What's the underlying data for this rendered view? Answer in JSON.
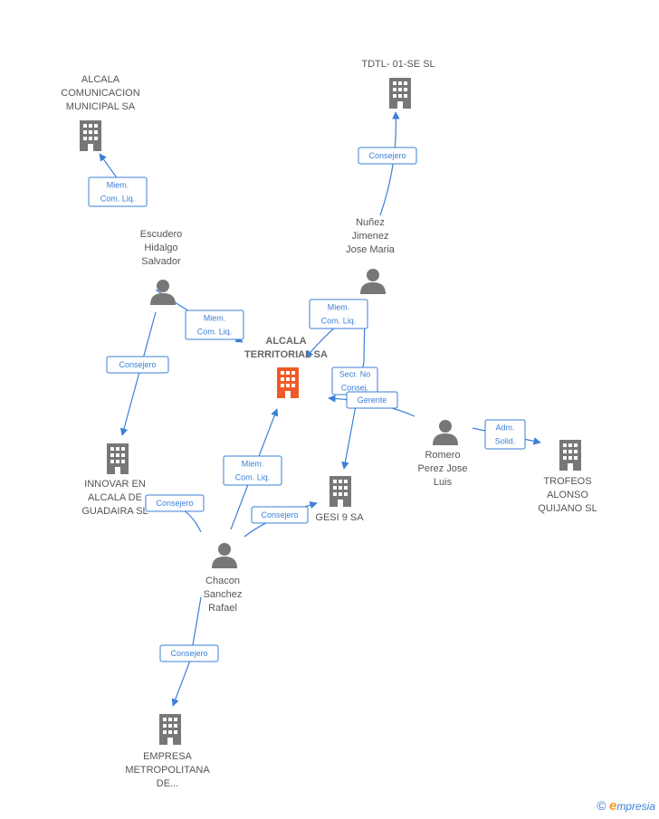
{
  "colors": {
    "edge": "#3b7fd6",
    "node": "#777777",
    "center": "#f05a28",
    "brand_e": "#f29b1d"
  },
  "nodes": [
    {
      "id": "alcala_com",
      "type": "company",
      "icon": "building-icon",
      "lines": [
        "ALCALA",
        "COMUNICACION",
        "MUNICIPAL SA"
      ]
    },
    {
      "id": "tdtl",
      "type": "company",
      "icon": "building-icon",
      "lines": [
        "TDTL- 01-SE SL"
      ]
    },
    {
      "id": "escudero",
      "type": "person",
      "icon": "person-icon",
      "lines": [
        "Escudero",
        "Hidalgo",
        "Salvador"
      ]
    },
    {
      "id": "nunez",
      "type": "person",
      "icon": "person-icon",
      "lines": [
        "Nuñez",
        "Jimenez",
        "Jose Maria"
      ]
    },
    {
      "id": "alcala_terr",
      "type": "center",
      "icon": "building-icon",
      "lines": [
        "ALCALA",
        "TERRITORIAL SA"
      ]
    },
    {
      "id": "innovar",
      "type": "company",
      "icon": "building-icon",
      "lines": [
        "INNOVAR EN",
        "ALCALA DE",
        "GUADAIRA SL"
      ]
    },
    {
      "id": "gesi",
      "type": "company",
      "icon": "building-icon",
      "lines": [
        "GESI 9 SA"
      ]
    },
    {
      "id": "romero",
      "type": "person",
      "icon": "person-icon",
      "lines": [
        "Romero",
        "Perez Jose",
        "Luis"
      ]
    },
    {
      "id": "trofeos",
      "type": "company",
      "icon": "building-icon",
      "lines": [
        "TROFEOS",
        "ALONSO",
        "QUIJANO SL"
      ]
    },
    {
      "id": "chacon",
      "type": "person",
      "icon": "person-icon",
      "lines": [
        "Chacon",
        "Sanchez",
        "Rafael"
      ]
    },
    {
      "id": "empresa",
      "type": "company",
      "icon": "building-icon",
      "lines": [
        "EMPRESA",
        "METROPOLITANA",
        "DE..."
      ]
    }
  ],
  "edges": [
    {
      "id": "e1",
      "from": "escudero",
      "to": "alcala_com",
      "label": [
        "Miem.",
        "Com. Liq."
      ]
    },
    {
      "id": "e2",
      "from": "nunez",
      "to": "tdtl",
      "label": [
        "Consejero"
      ]
    },
    {
      "id": "e3",
      "from": "escudero",
      "to": "alcala_terr",
      "label": [
        "Miem.",
        "Com. Liq."
      ]
    },
    {
      "id": "e4",
      "from": "escudero",
      "to": "innovar",
      "label": [
        "Consejero"
      ]
    },
    {
      "id": "e5",
      "from": "nunez",
      "to": "alcala_terr",
      "label": [
        "Miem.",
        "Com. Liq."
      ]
    },
    {
      "id": "e6",
      "from": "nunez",
      "to": "gesi",
      "label": [
        "Secr. No",
        "Consej."
      ]
    },
    {
      "id": "e7",
      "from": "romero",
      "to": "alcala_terr",
      "label": [
        "Gerente"
      ]
    },
    {
      "id": "e8",
      "from": "romero",
      "to": "trofeos",
      "label": [
        "Adm.",
        "Solid."
      ]
    },
    {
      "id": "e9",
      "from": "chacon",
      "to": "alcala_terr",
      "label": [
        "Miem.",
        "Com. Liq."
      ]
    },
    {
      "id": "e10",
      "from": "chacon",
      "to": "innovar",
      "label": [
        "Consejero"
      ]
    },
    {
      "id": "e11",
      "from": "chacon",
      "to": "gesi",
      "label": [
        "Consejero"
      ]
    },
    {
      "id": "e12",
      "from": "chacon",
      "to": "empresa",
      "label": [
        "Consejero"
      ]
    }
  ],
  "brand": {
    "copyright": "©",
    "e": "e",
    "rest": "mpresia"
  }
}
